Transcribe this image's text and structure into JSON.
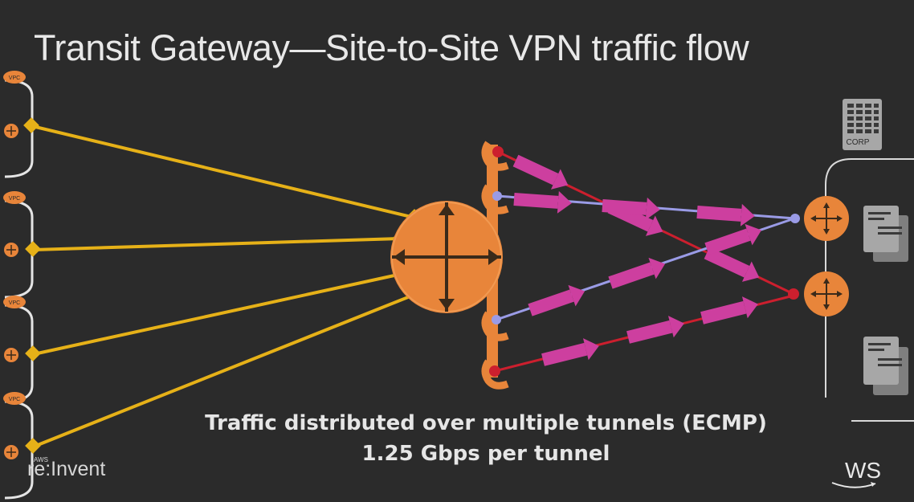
{
  "slide": {
    "title": "Transit Gateway—Site-to-Site VPN traffic flow",
    "caption_line1": "Traffic distributed over multiple tunnels (ECMP)",
    "caption_line2": "1.25 Gbps per tunnel",
    "footer_left_tiny": "AWS",
    "footer_left": "re:Invent",
    "footer_right": "WS"
  },
  "vpcs": [
    {
      "label": "VPC"
    },
    {
      "label": "VPC"
    },
    {
      "label": "VPC"
    },
    {
      "label": "VPC"
    }
  ],
  "corp_label": "CORP",
  "colors": {
    "background": "#2b2b2b",
    "orange": "#e8853a",
    "yellow_line": "#e6b118",
    "tunnel_red": "#cc1f2e",
    "tunnel_lavender": "#9a9be6",
    "traffic_arrow": "#cd3f9f",
    "server_gray": "#a7a7a7"
  },
  "icons": {
    "transit_gateway": "transit-gateway-icon",
    "vpn_endpoint": "vpn-endpoint-icon",
    "customer_router": "router-icon",
    "corporate_building": "building-icon",
    "server": "server-icon",
    "vpc_cloud": "vpc-cloud-icon"
  }
}
